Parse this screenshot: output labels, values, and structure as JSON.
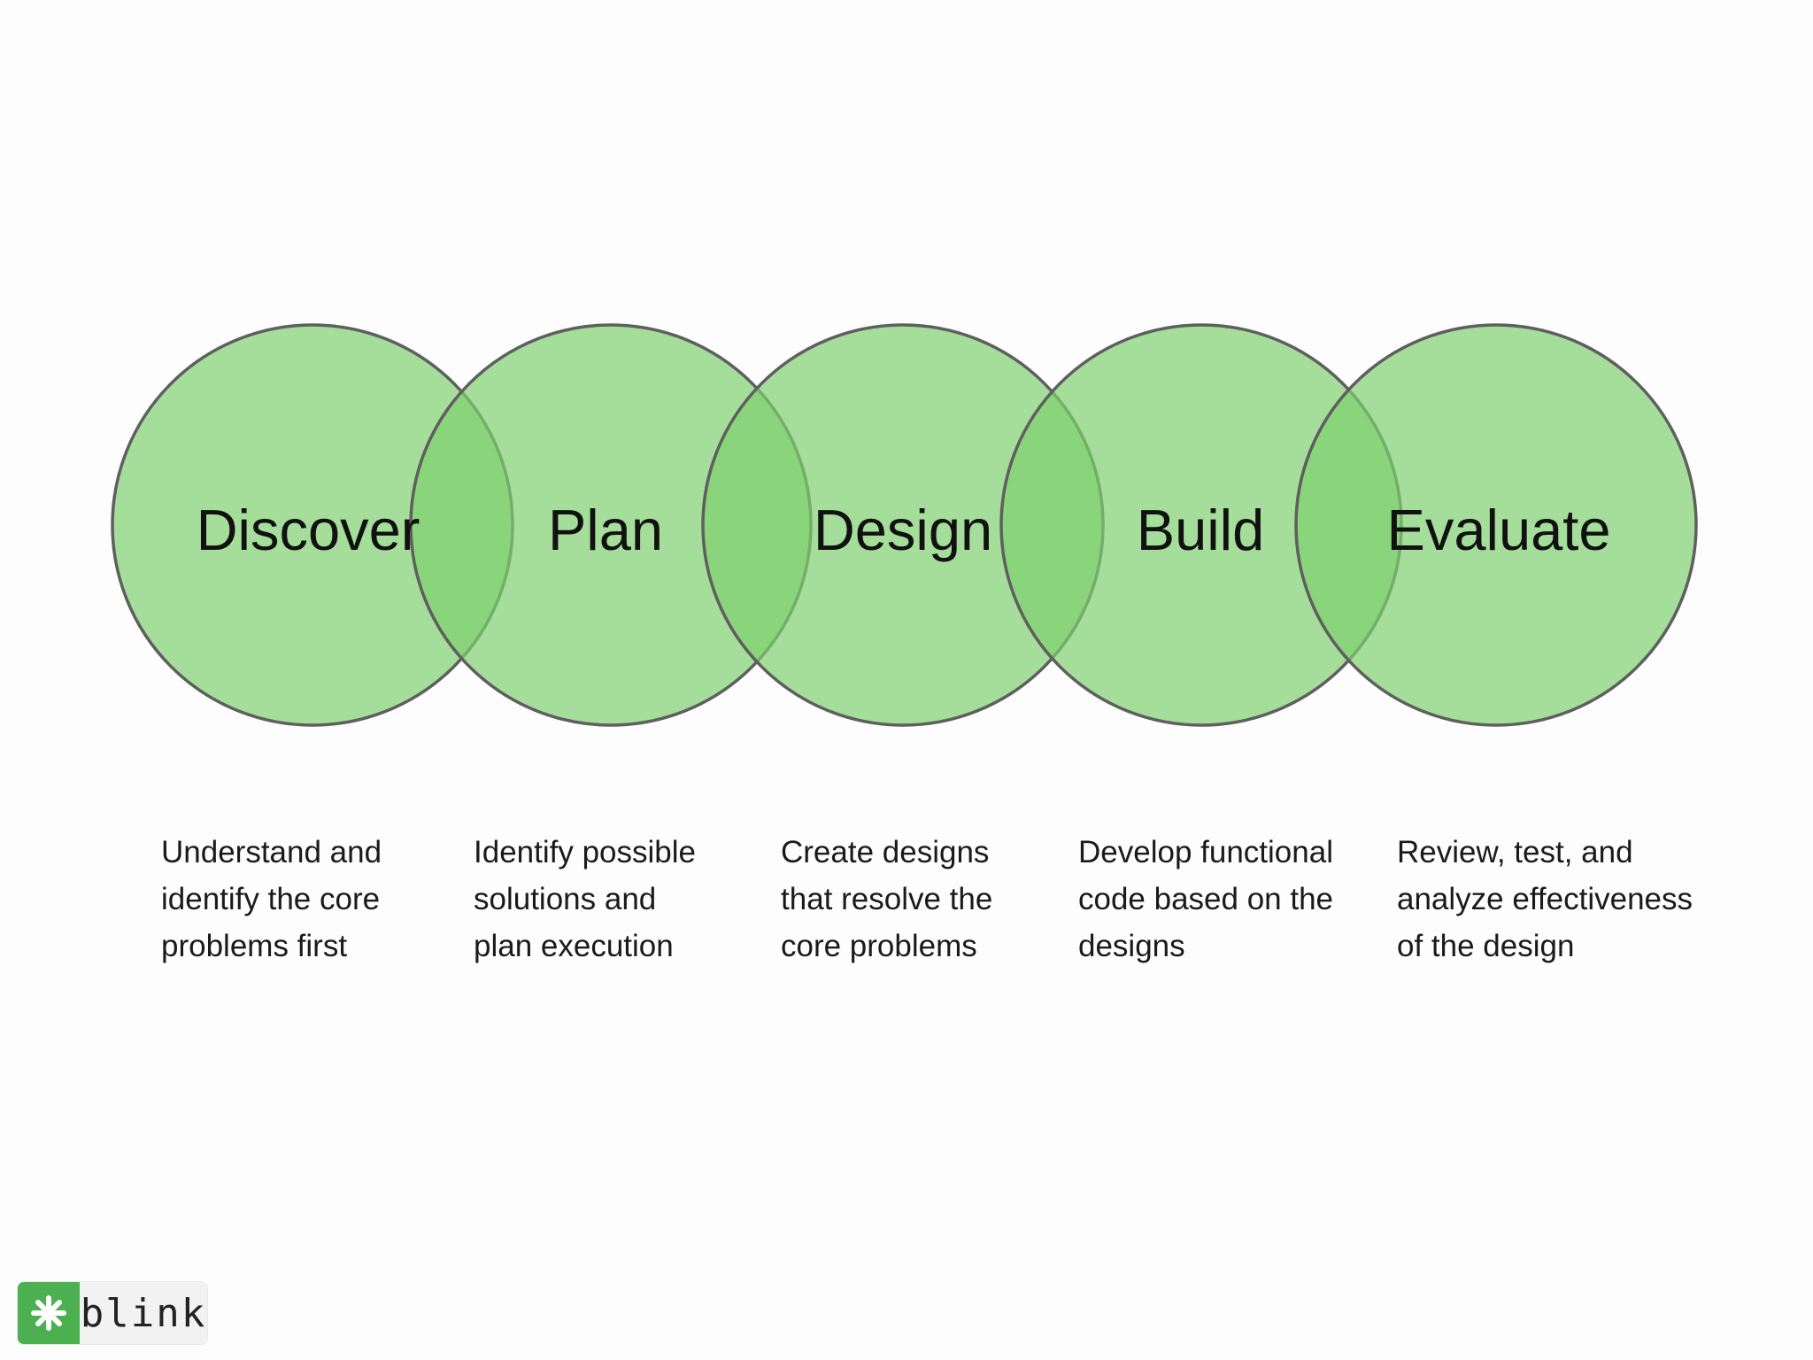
{
  "colors": {
    "circle_fill": "#7fd06f",
    "circle_stroke": "#5f5f5f",
    "text": "#111111",
    "logo_green": "#4caf50"
  },
  "stages": [
    {
      "name": "Discover",
      "description": [
        "Understand and",
        "identify the core",
        "problems first"
      ]
    },
    {
      "name": "Plan",
      "description": [
        "Identify possible",
        "solutions and",
        "plan execution"
      ]
    },
    {
      "name": "Design",
      "description": [
        "Create designs",
        "that resolve the",
        "core problems"
      ]
    },
    {
      "name": "Build",
      "description": [
        "Develop functional",
        "code based on the",
        "designs"
      ]
    },
    {
      "name": "Evaluate",
      "description": [
        "Review, test, and",
        "analyze effectiveness",
        "of the design"
      ]
    }
  ],
  "logo": {
    "icon": "asterisk-flower-icon",
    "wordmark": "blink"
  }
}
